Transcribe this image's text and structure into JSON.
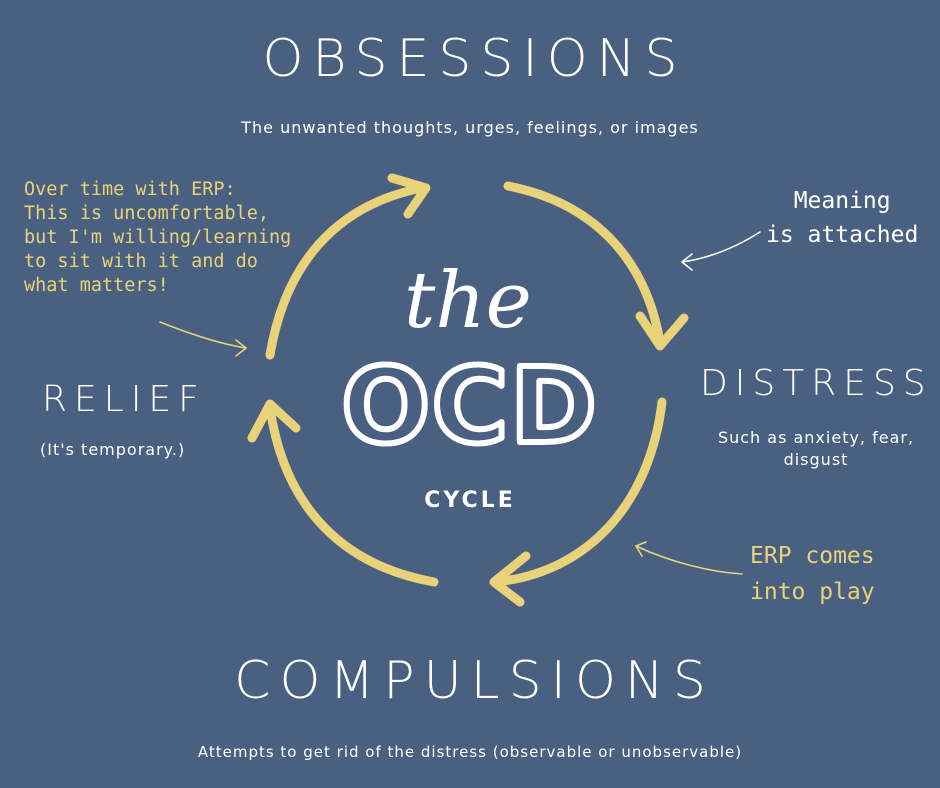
{
  "colors": {
    "background": "#4a6080",
    "arrow": "#e8d37a",
    "note_text": "#e8d37a",
    "text": "#ffffff"
  },
  "title": {
    "the": "the",
    "ocd": "OCD",
    "cycle": "CYCLE"
  },
  "stages": {
    "obsessions": {
      "label": "OBSESSIONS",
      "description": "The unwanted thoughts, urges, feelings, or images"
    },
    "distress": {
      "label": "DISTRESS",
      "description_line1": "Such as anxiety, fear,",
      "description_line2": "disgust"
    },
    "compulsions": {
      "label": "COMPULSIONS",
      "description": "Attempts to get rid of the distress (observable or unobservable)"
    },
    "relief": {
      "label": "RELIEF",
      "description": "(It's temporary.)"
    }
  },
  "annotations": {
    "meaning": {
      "line1": "Meaning",
      "line2": "is attached"
    },
    "erp_play": {
      "line1": "ERP comes",
      "line2": "into play"
    },
    "erp_time": {
      "lines": [
        "Over time with ERP:",
        "This is uncomfortable,",
        "but I'm willing/learning",
        "to sit with it and do",
        "what matters!"
      ]
    }
  }
}
